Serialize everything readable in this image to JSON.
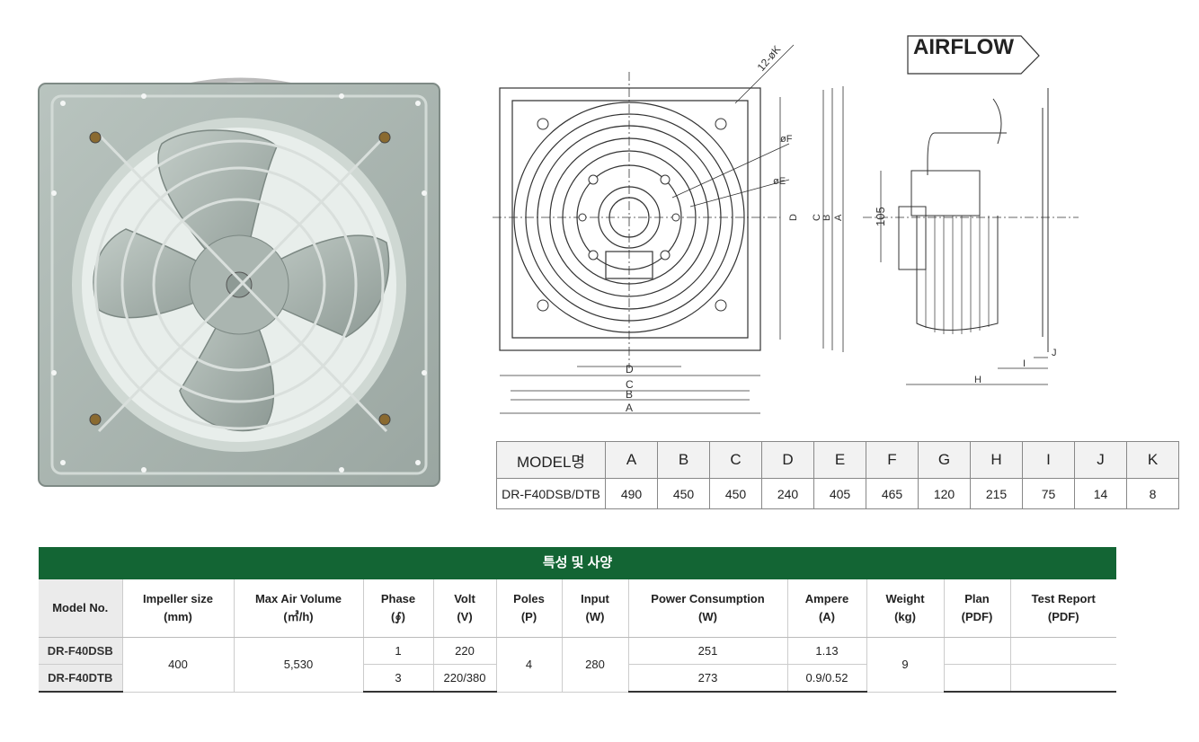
{
  "drawing": {
    "airflow_label": "AIRFLOW",
    "hole_label": "12-øK",
    "f_label": "øF",
    "e_label": "øE",
    "letters": {
      "a": "A",
      "b": "B",
      "c": "C",
      "d": "D",
      "h": "H",
      "i": "I",
      "j": "J"
    },
    "side_dim": "105"
  },
  "dimensions": {
    "columns": [
      "MODEL명",
      "A",
      "B",
      "C",
      "D",
      "E",
      "F",
      "G",
      "H",
      "I",
      "J",
      "K"
    ],
    "row": [
      "DR-F40DSB/DTB",
      "490",
      "450",
      "450",
      "240",
      "405",
      "465",
      "120",
      "215",
      "75",
      "14",
      "8"
    ]
  },
  "spec": {
    "title": "특성 및 사양",
    "headers": [
      [
        "Model No.",
        ""
      ],
      [
        "Impeller size",
        "(mm)"
      ],
      [
        "Max Air Volume",
        "(㎥/h)"
      ],
      [
        "Phase",
        "(∮)"
      ],
      [
        "Volt",
        "(V)"
      ],
      [
        "Poles",
        "(P)"
      ],
      [
        "Input",
        "(W)"
      ],
      [
        "Power Consumption",
        "(W)"
      ],
      [
        "Ampere",
        "(A)"
      ],
      [
        "Weight",
        "(kg)"
      ],
      [
        "Plan",
        "(PDF)"
      ],
      [
        "Test Report",
        "(PDF)"
      ]
    ],
    "rows": [
      {
        "model": "DR-F40DSB",
        "phase": "1",
        "volt": "220",
        "power": "251",
        "ampere": "1.13"
      },
      {
        "model": "DR-F40DTB",
        "phase": "3",
        "volt": "220/380",
        "power": "273",
        "ampere": "0.9/0.52"
      }
    ],
    "shared": {
      "impeller": "400",
      "air_volume": "5,530",
      "poles": "4",
      "input": "280",
      "weight": "9"
    }
  }
}
